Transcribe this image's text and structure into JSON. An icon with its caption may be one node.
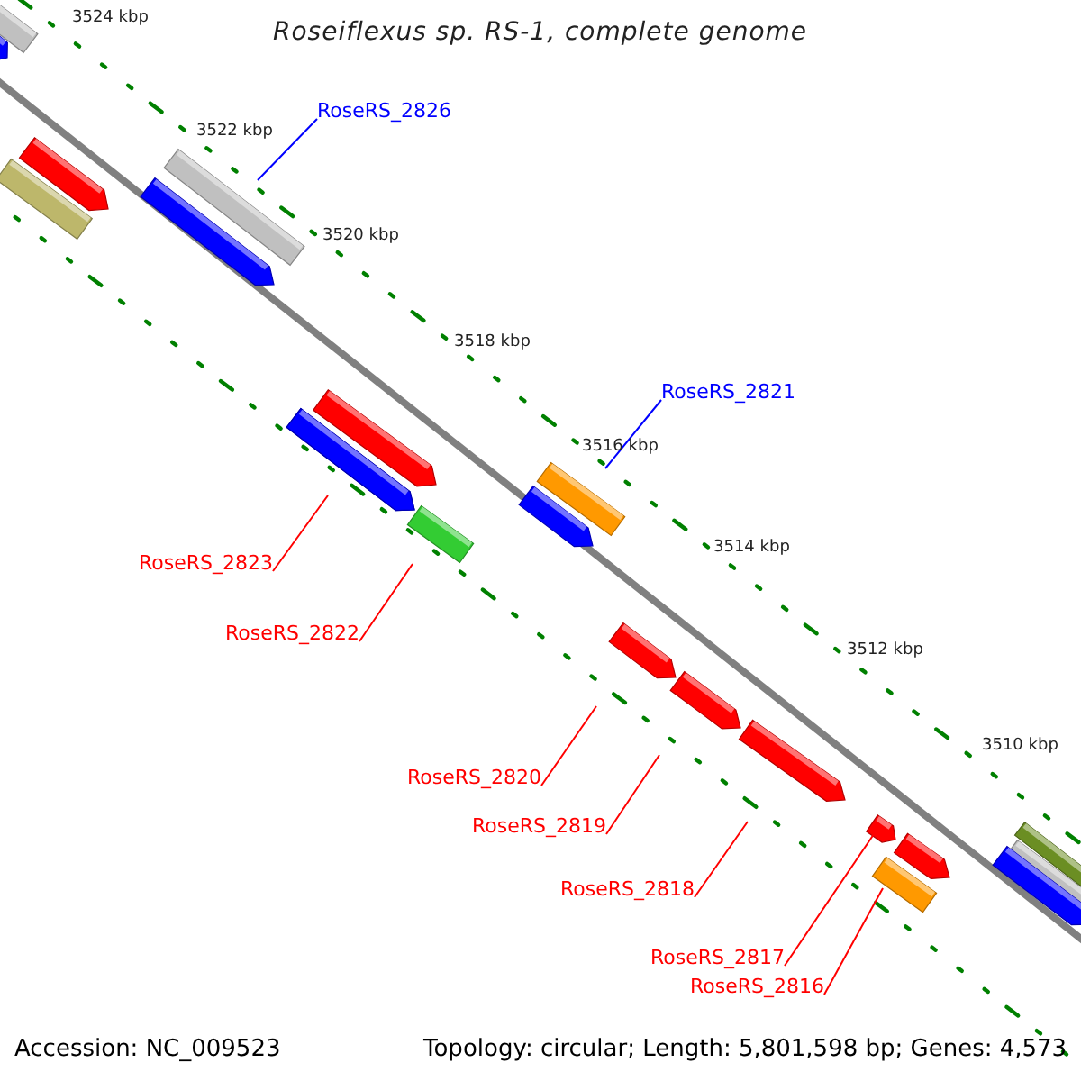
{
  "diagram": {
    "title": "Roseiflexus sp. RS-1, complete genome",
    "nodes": [
      {
        "text": [
          "RoseRS_2826"
        ]
      },
      {
        "text": [],
        "shape": "bar"
      },
      {
        "text": [
          "RoseRS_2821"
        ]
      },
      {
        "text": [],
        "shape": "bar"
      },
      {
        "text": [],
        "shape": "bar"
      },
      {
        "text": [
          "RoseRS_2823"
        ]
      },
      {
        "text": [],
        "shape": "bar"
      },
      {
        "text": [
          "RoseRS_2822"
        ]
      },
      {
        "text": [],
        "shape": "bar"
      },
      {
        "text": [
          "RoseRS_2820"
        ]
      },
      {
        "text": [],
        "shape": "bar"
      },
      {
        "text": [
          "RoseRS_2819"
        ]
      },
      {
        "text": [],
        "shape": "bar"
      },
      {
        "text": [
          "RoseRS_2818"
        ]
      },
      {
        "text": [],
        "shape": "bar"
      },
      {
        "text": [
          "RoseRS_2817"
        ]
      },
      {
        "text": [],
        "shape": "bar"
      },
      {
        "text": [
          "RoseRS_2816"
        ]
      }
    ],
    "edges": [
      {
        "from": 0,
        "to": 1,
        "arrow": "none",
        "color": "#0000ff"
      },
      {
        "from": 2,
        "to": 3,
        "arrow": "none",
        "color": "#0000ff"
      },
      {
        "from": 5,
        "to": 4,
        "arrow": "none"
      },
      {
        "from": 7,
        "to": 6,
        "arrow": "none"
      },
      {
        "from": 9,
        "to": 8,
        "arrow": "none"
      },
      {
        "from": 11,
        "to": 10,
        "arrow": "none"
      },
      {
        "from": 13,
        "to": 12,
        "arrow": "none"
      },
      {
        "from": 15,
        "to": 14,
        "arrow": "none"
      },
      {
        "from": 17,
        "to": 16,
        "arrow": "none"
      }
    ],
    "labels": [
      "3524 kbp",
      "3522 kbp",
      "3520 kbp",
      "3518 kbp",
      "3516 kbp",
      "3514 kbp",
      "3512 kbp",
      "3510 kbp",
      "Accession: NC_009523",
      "Topology: circular; Length: 5,801,598 bp; Genes: 4,573"
    ]
  }
}
